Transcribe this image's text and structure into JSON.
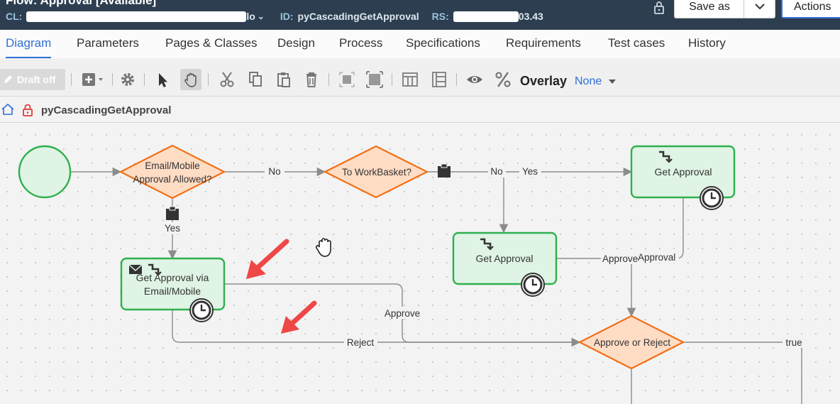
{
  "header": {
    "title": "Flow: Approval [Available]",
    "cl_key": "CL:",
    "cl_value_end": "lo",
    "id_key": "ID:",
    "id_value": "pyCascadingGetApproval",
    "rs_key": "RS:",
    "rs_value_end": "03.43",
    "save_as_label": "Save as",
    "actions_label": "Actions"
  },
  "tabs": [
    {
      "label": "Diagram",
      "active": true
    },
    {
      "label": "Parameters"
    },
    {
      "label": "Pages & Classes"
    },
    {
      "label": "Design"
    },
    {
      "label": "Process"
    },
    {
      "label": "Specifications"
    },
    {
      "label": "Requirements"
    },
    {
      "label": "Test cases"
    },
    {
      "label": "History"
    }
  ],
  "toolbar": {
    "draft_label": "Draft off",
    "overlay_label": "Overlay",
    "overlay_value": "None",
    "icons": [
      "add-shape-icon",
      "gear-icon",
      "pointer-icon",
      "hand-icon",
      "cut-icon",
      "copy-icon",
      "paste-icon",
      "delete-icon",
      "group-icon",
      "select-area-icon",
      "swimlane-icon",
      "layout-icon",
      "eye-icon",
      "percent-icon"
    ]
  },
  "breadcrumb": {
    "text": "pyCascadingGetApproval"
  },
  "diagram": {
    "nodes": {
      "decision1": [
        "Email/Mobile",
        "Approval Allowed?"
      ],
      "decision2": "To WorkBasket?",
      "approval_top": "Get Approval",
      "approval_mid": "Get Approval",
      "approval_email": [
        "Get Approval via",
        "Email/Mobile"
      ],
      "decision3": "Approve or Reject"
    },
    "edges": {
      "no1": "No",
      "yes1": "Yes",
      "no2": "No",
      "yes2": "Yes",
      "approve_mid": "Approve",
      "approval_top": "Approval",
      "approve_email": "Approve",
      "reject": "Reject",
      "true": "true"
    }
  },
  "colors": {
    "header_bg": "#2d3e50",
    "accent_blue": "#2f6fd6",
    "node_green_fill": "#dff4e4",
    "node_green_stroke": "#2eb04e",
    "decision_fill": "#ffdcc4",
    "decision_stroke": "#f07016",
    "annotation_red": "#ef4747"
  }
}
